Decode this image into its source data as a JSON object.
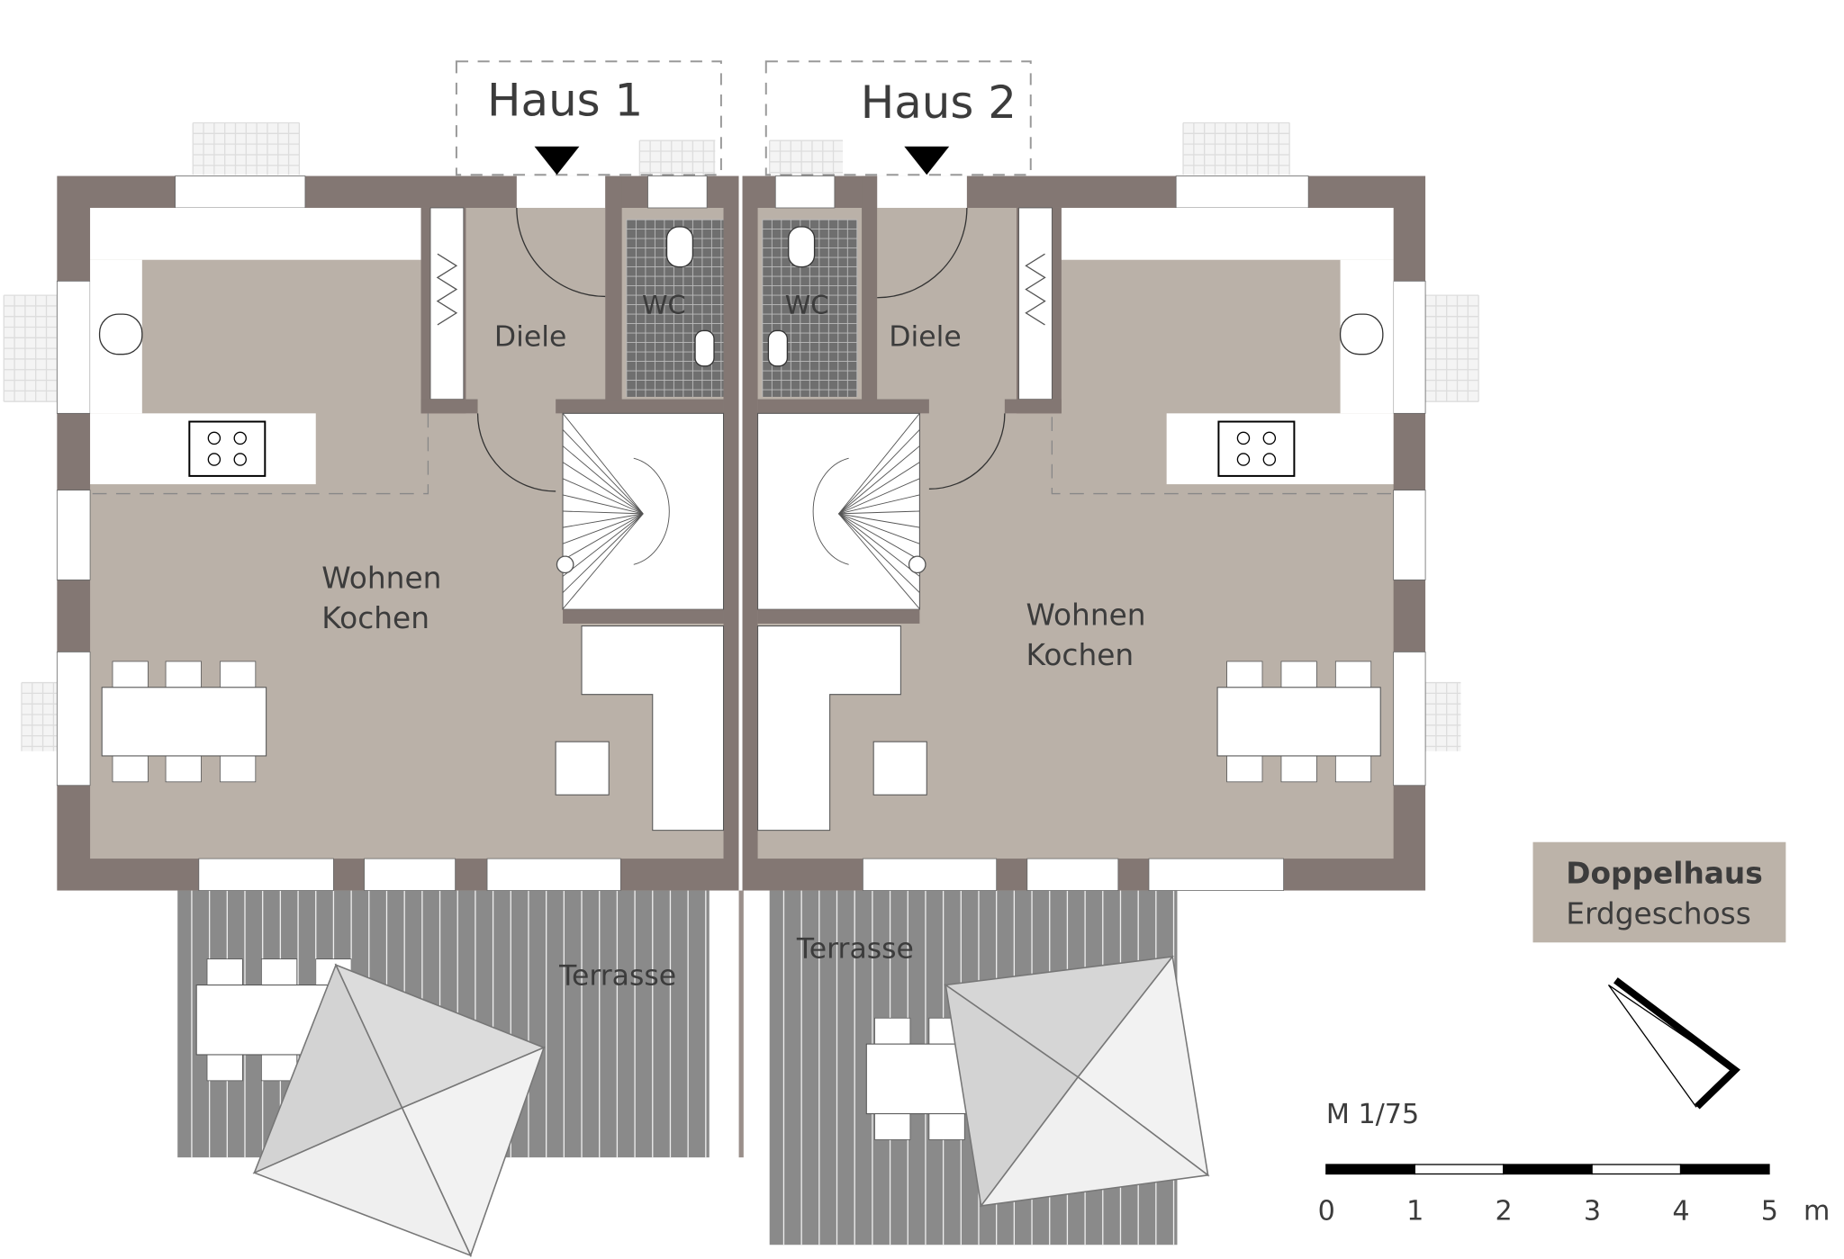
{
  "houses": [
    {
      "title": "Haus 1",
      "rooms": {
        "hall": "Diele",
        "wc": "WC",
        "living": [
          "Wohnen",
          "Kochen"
        ],
        "terrace": "Terrasse"
      }
    },
    {
      "title": "Haus 2",
      "rooms": {
        "hall": "Diele",
        "wc": "WC",
        "living": [
          "Wohnen",
          "Kochen"
        ],
        "terrace": "Terrasse"
      }
    }
  ],
  "legend": {
    "title": "Doppelhaus",
    "subtitle": "Erdgeschoss"
  },
  "scale": {
    "label": "M 1/75",
    "ticks": [
      "0",
      "1",
      "2",
      "3",
      "4",
      "5"
    ],
    "unit": "m"
  },
  "colors": {
    "wall": "#837773",
    "floor": "#bab1a8",
    "terrace": "#8a8a8a",
    "tile": "#6f6f6f",
    "legend_bg": "#bcb3a9"
  }
}
